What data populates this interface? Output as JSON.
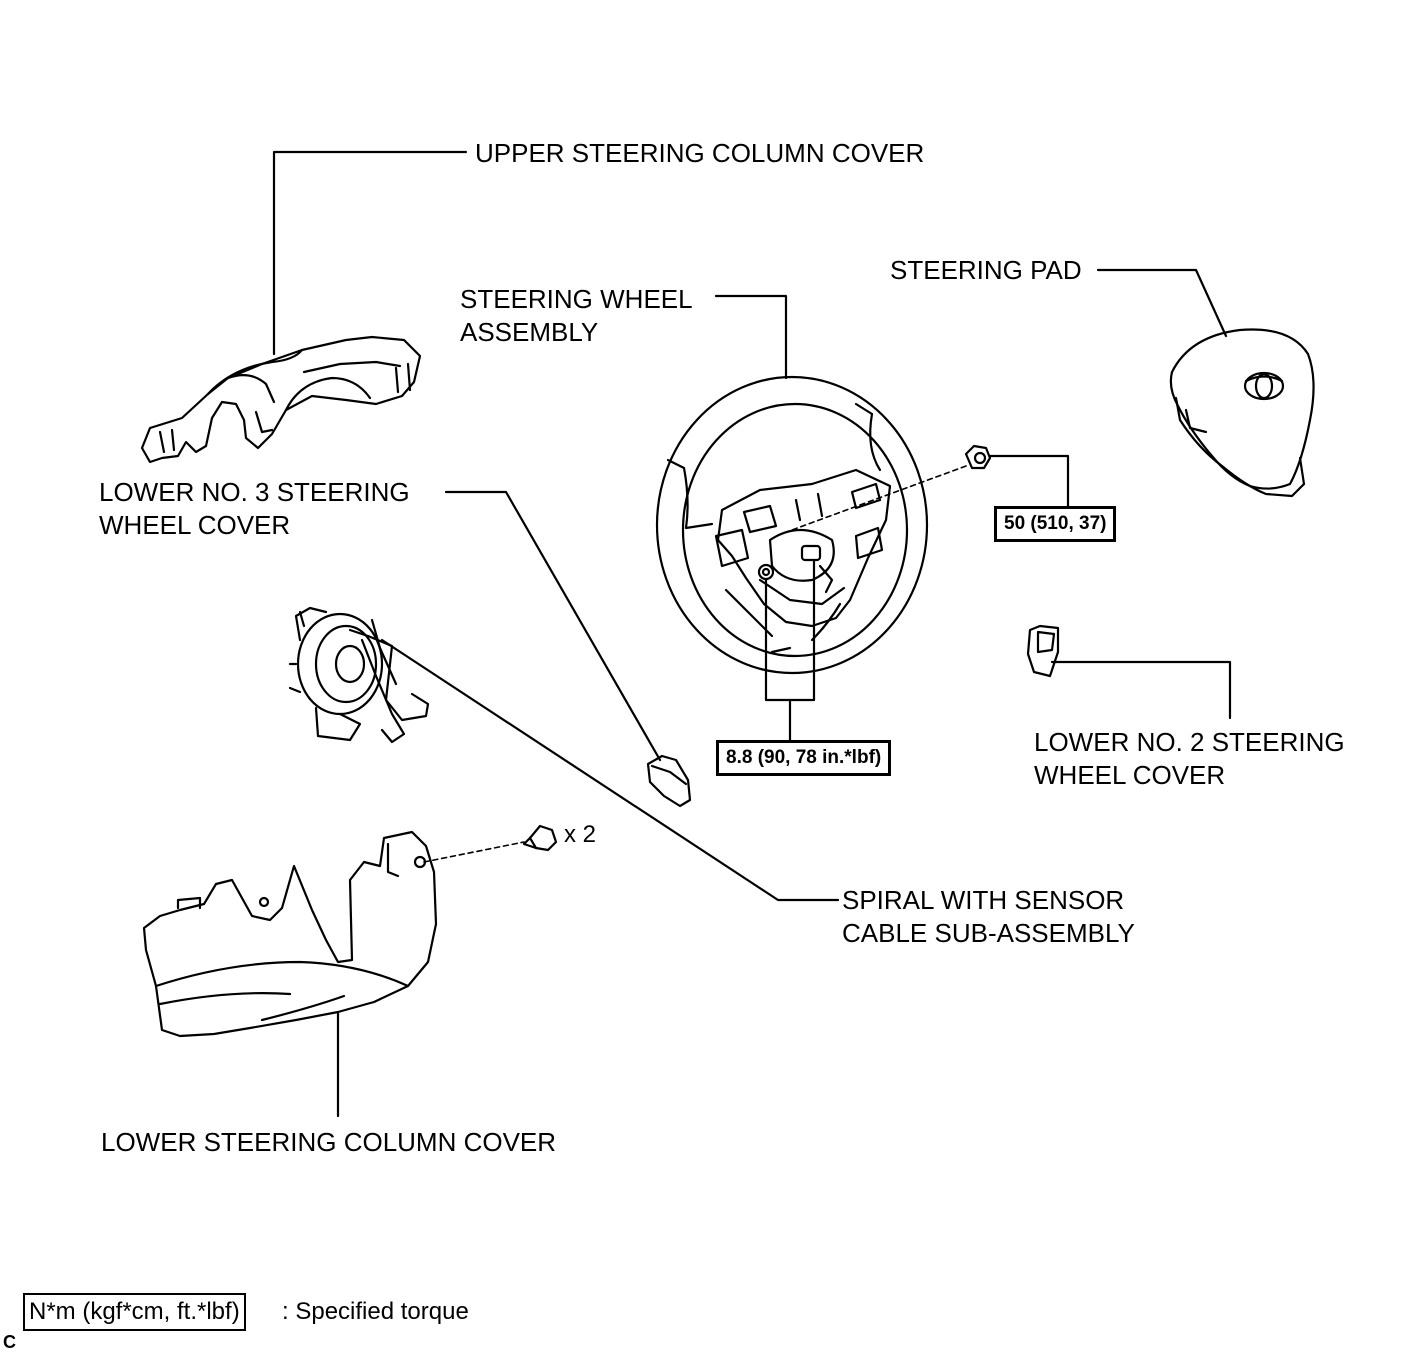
{
  "labels": {
    "upper_cover": "UPPER STEERING COLUMN COVER",
    "steering_pad": "STEERING PAD",
    "wheel_assembly_1": "STEERING WHEEL",
    "wheel_assembly_2": "ASSEMBLY",
    "lower_no3_1": "LOWER NO. 3 STEERING",
    "lower_no3_2": "WHEEL COVER",
    "lower_no2_1": "LOWER NO. 2 STEERING",
    "lower_no2_2": "WHEEL COVER",
    "spiral_1": "SPIRAL WITH SENSOR",
    "spiral_2": "CABLE SUB-ASSEMBLY",
    "lower_cover": "LOWER STEERING COLUMN COVER"
  },
  "torques": {
    "nut": "50 (510, 37)",
    "bolts": "8.8 (90, 78 in.*lbf)"
  },
  "screw_qty": "x 2",
  "legend": {
    "box": "N*m (kgf*cm, ft.*lbf)",
    "text": ": Specified torque"
  },
  "figure_code": "C"
}
